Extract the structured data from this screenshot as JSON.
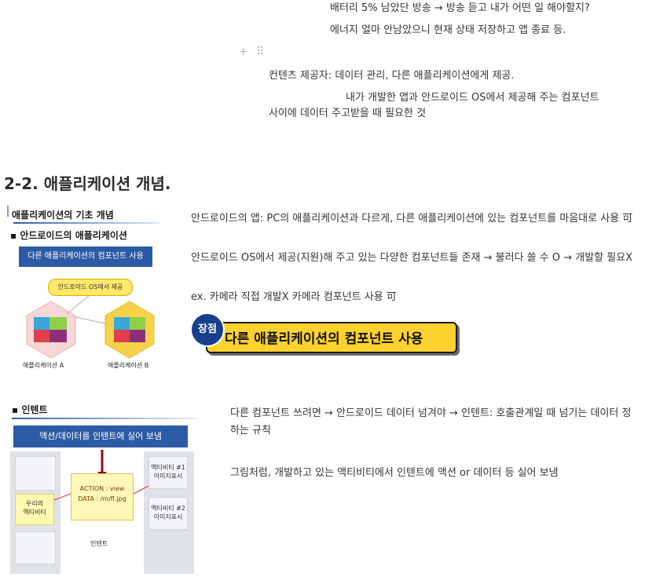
{
  "top_lines": [
    "배터리 5% 남았단 방송 → 방송 듣고 내가 어떤 일 해야할지?",
    "에너지 얼마 안남았으니 현재 상태 저장하고 앱 종료 등."
  ],
  "block_handle": {
    "plus": "+",
    "grip": "⠿"
  },
  "content_provider": {
    "line1": "컨텐츠 제공자: 데이터 관리, 다른 애플리케이션에게 제공.",
    "line2": "내가 개발한 앱과 안드로이드 OS에서 제공해 주는 컴포넌트",
    "line3": "사이에 데이터 주고받을 때 필요한 것"
  },
  "heading": "2-2. 애플리케이션 개념.",
  "image1": {
    "caption_title": "애플리케이션의 기초 개념",
    "caption_sub": "안드로이드의 애플리케이션",
    "blue_label": "다른 애플리케이션의 컴포넌트 사용",
    "bubble": "안드로이드 OS에서 제공",
    "label_a": "애플리케이션 A",
    "label_b": "애플리케이션 B",
    "colors": {
      "hex_left": "#f6d6d6",
      "hex_right": "#f5d24a",
      "accent_blue": "#2d5aa5"
    }
  },
  "paragraphs1": [
    "안드로이드의 앱: PC의 애플리케이션과 다르게, 다른 애플리케이션에 있는 컴포넌트를 마음대로 사용 可",
    "안드로이드 OS에서 제공(지원)해 주고 있는 다양한 컴포넌트들 존재 → 불러다 쓸 수 O → 개발할 필요X",
    "ex. 카메라 직접 개발X 카메라 컴포넌트 사용 可"
  ],
  "badge": {
    "circle": "장점",
    "text": "다른 애플리케이션의 컴포넌트 사용"
  },
  "image2": {
    "caption": "인텐트",
    "blue_label": "액션/데이터를 인텐트에 실어 보냄",
    "left_note": "우리의\n액티비티",
    "center_action": "ACTION : view",
    "center_data": "DATA : /m/fl.jpg",
    "center_label": "인텐트",
    "right_note1": "액티비티 #1\n이미지표시",
    "right_note2": "액티비티 #2\n이미지표시"
  },
  "paragraphs2": [
    "다른 컴포넌트 쓰려면 → 안드로이드 데이터 넘겨야 → 인텐트: 호출관계일 때 넘기는 데이터 정하는 규칙",
    "그림처럼, 개발하고 있는 액티비티에서 인텐트에 액션 or 데이터 등 실어 보냄"
  ]
}
